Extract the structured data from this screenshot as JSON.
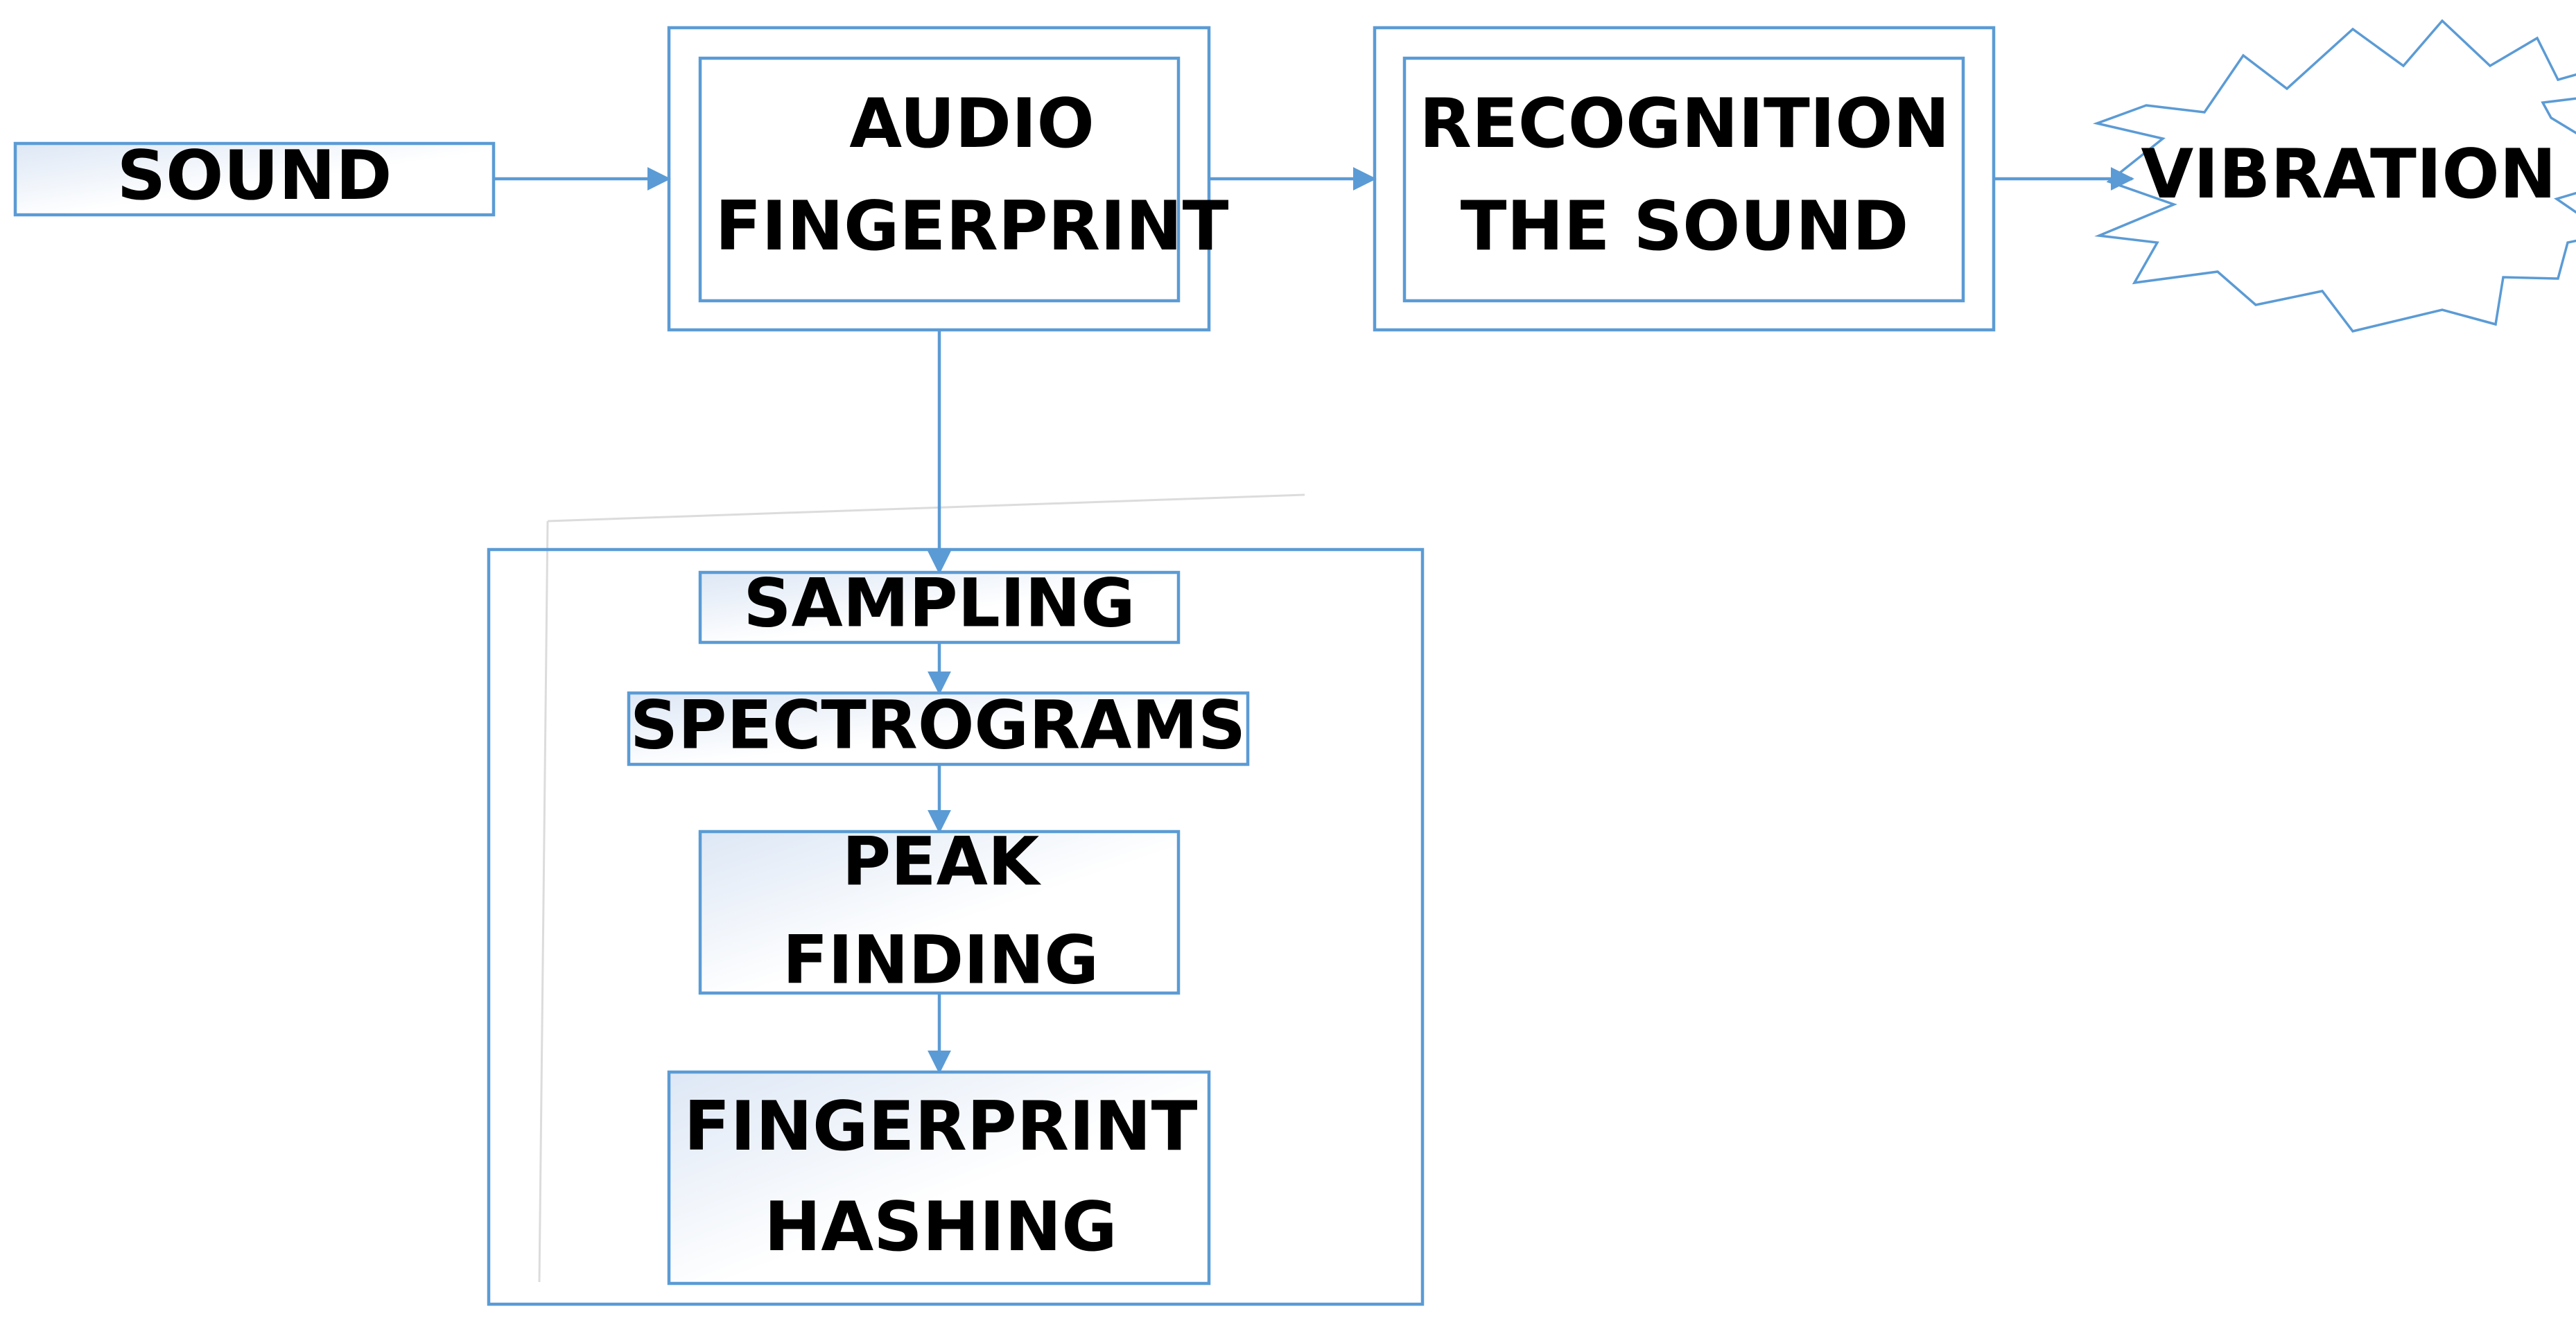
{
  "nodes": {
    "sound": {
      "label": "SOUND"
    },
    "audio_fingerprint": {
      "line1": "AUDIO",
      "line2": "FINGERPRINT"
    },
    "recognition": {
      "line1": "RECOGNITION",
      "line2": "THE SOUND"
    },
    "vibration": {
      "label": "VIBRATION"
    },
    "sampling": {
      "label": "SAMPLING"
    },
    "spectrograms": {
      "label": "SPECTROGRAMS"
    },
    "peak_finding": {
      "line1": "PEAK",
      "line2": "FINDING"
    },
    "fingerprint_hashing": {
      "line1": "FINGERPRINT",
      "line2": "HASHING"
    }
  },
  "colors": {
    "stroke": "#5b9bd5",
    "text": "#000000",
    "box_gradient_start": "#dde7f5",
    "box_gradient_end": "#ffffff"
  }
}
